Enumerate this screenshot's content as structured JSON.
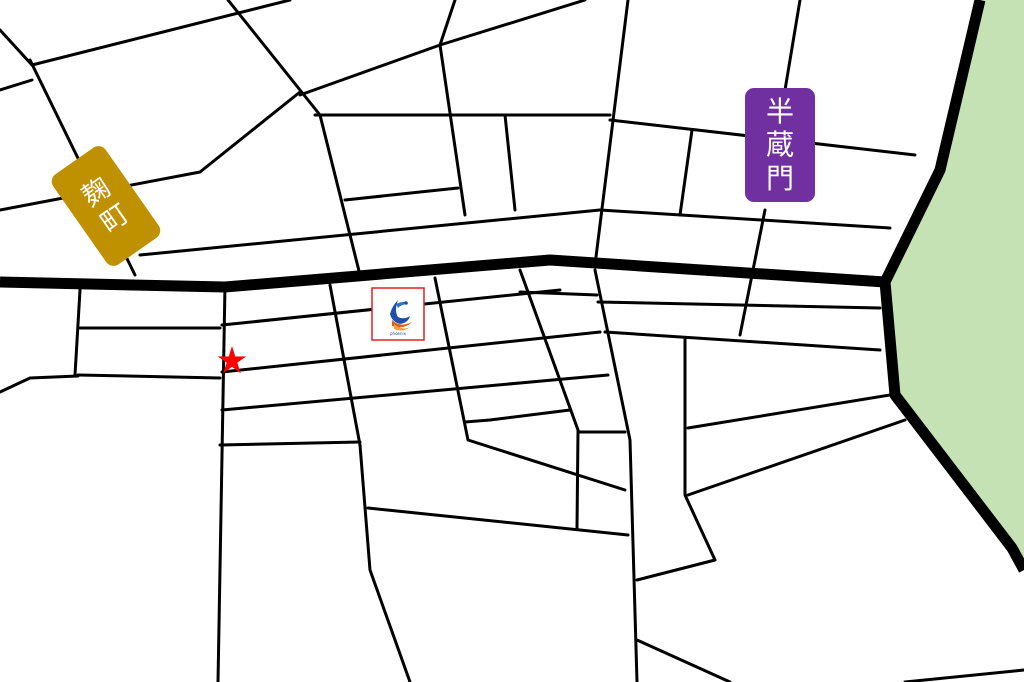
{
  "map": {
    "park_color": "#c5e2b5",
    "road_color": "#000000",
    "background_color": "#ffffff"
  },
  "labels": {
    "kojimachi": {
      "chars": [
        "麹",
        "町"
      ],
      "color": "#bf9000"
    },
    "hanzomon": {
      "chars": [
        "半",
        "蔵",
        "門"
      ],
      "color": "#7030a0"
    }
  },
  "markers": {
    "destination": {
      "icon": "red-star-icon",
      "color": "#ff0000"
    },
    "logo": {
      "icon": "phoenix-logo-icon",
      "caption": "phoenix",
      "frame_color": "#e02020"
    }
  }
}
